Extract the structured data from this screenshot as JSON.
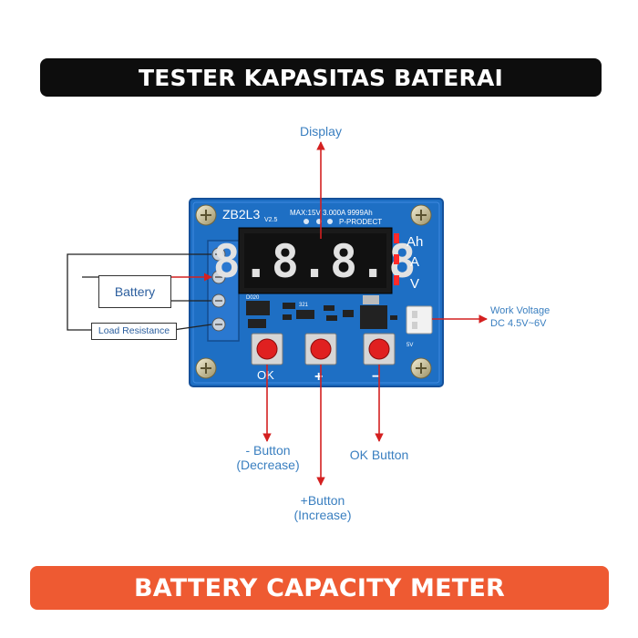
{
  "banner_top": {
    "title": "TESTER KAPASITAS BATERAI"
  },
  "banner_bottom": {
    "title": "BATTERY CAPACITY METER"
  },
  "board": {
    "model": "ZB2L3",
    "version": "V2.5",
    "max_rating": "MAX:15V 3.000A 9999Ah",
    "maker": "P-PRODECT",
    "display_digits": "8.8.8.8",
    "units": [
      "Ah",
      "A",
      "V"
    ],
    "key_labels": {
      "ok": "OK",
      "plus": "+",
      "minus": "−"
    },
    "silkscreen": [
      "D020",
      "321",
      "5V"
    ],
    "colors": {
      "pcb": "#1e6fc4",
      "terminal": "#2a78d0",
      "button_cap": "#e02020",
      "led_red": "#ff2a2a"
    }
  },
  "labels": {
    "display": "Display",
    "work_voltage_line1": "Work Voltage",
    "work_voltage_line2": "DC 4.5V~6V",
    "battery": "Battery",
    "load_resistance": "Load Resistance",
    "minus_button_line1": "- Button",
    "minus_button_line2": "(Decrease)",
    "plus_button_line1": "+Button",
    "plus_button_line2": "(Increase)",
    "ok_button": "OK Button"
  },
  "colors": {
    "arrow": "#d42020",
    "callout_text": "#3a7fc0",
    "banner_top": "#0d0d0d",
    "banner_bottom": "#ee5a32"
  }
}
